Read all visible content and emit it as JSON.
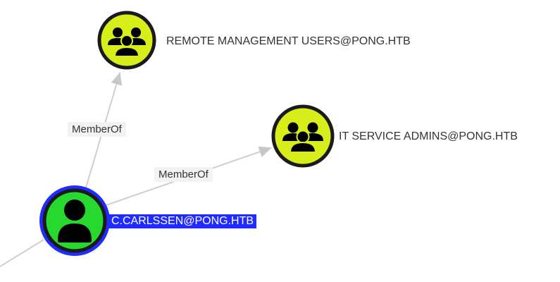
{
  "nodes": [
    {
      "id": "remote-mgmt",
      "label": "REMOTE MANAGEMENT USERS@PONG.HTB",
      "type": "group",
      "icon": "group-icon",
      "fill": "#d7ee1a"
    },
    {
      "id": "it-admins",
      "label": "IT SERVICE ADMINS@PONG.HTB",
      "type": "group",
      "icon": "group-icon",
      "fill": "#d7ee1a"
    },
    {
      "id": "c-carlssen",
      "label": "C.CARLSSEN@PONG.HTB",
      "type": "user",
      "icon": "user-icon",
      "fill": "#27d82f",
      "selected": true,
      "highlight": "#1f2bff"
    }
  ],
  "edges": [
    {
      "from": "c-carlssen",
      "to": "remote-mgmt",
      "label": "MemberOf"
    },
    {
      "from": "c-carlssen",
      "to": "it-admins",
      "label": "MemberOf"
    }
  ]
}
